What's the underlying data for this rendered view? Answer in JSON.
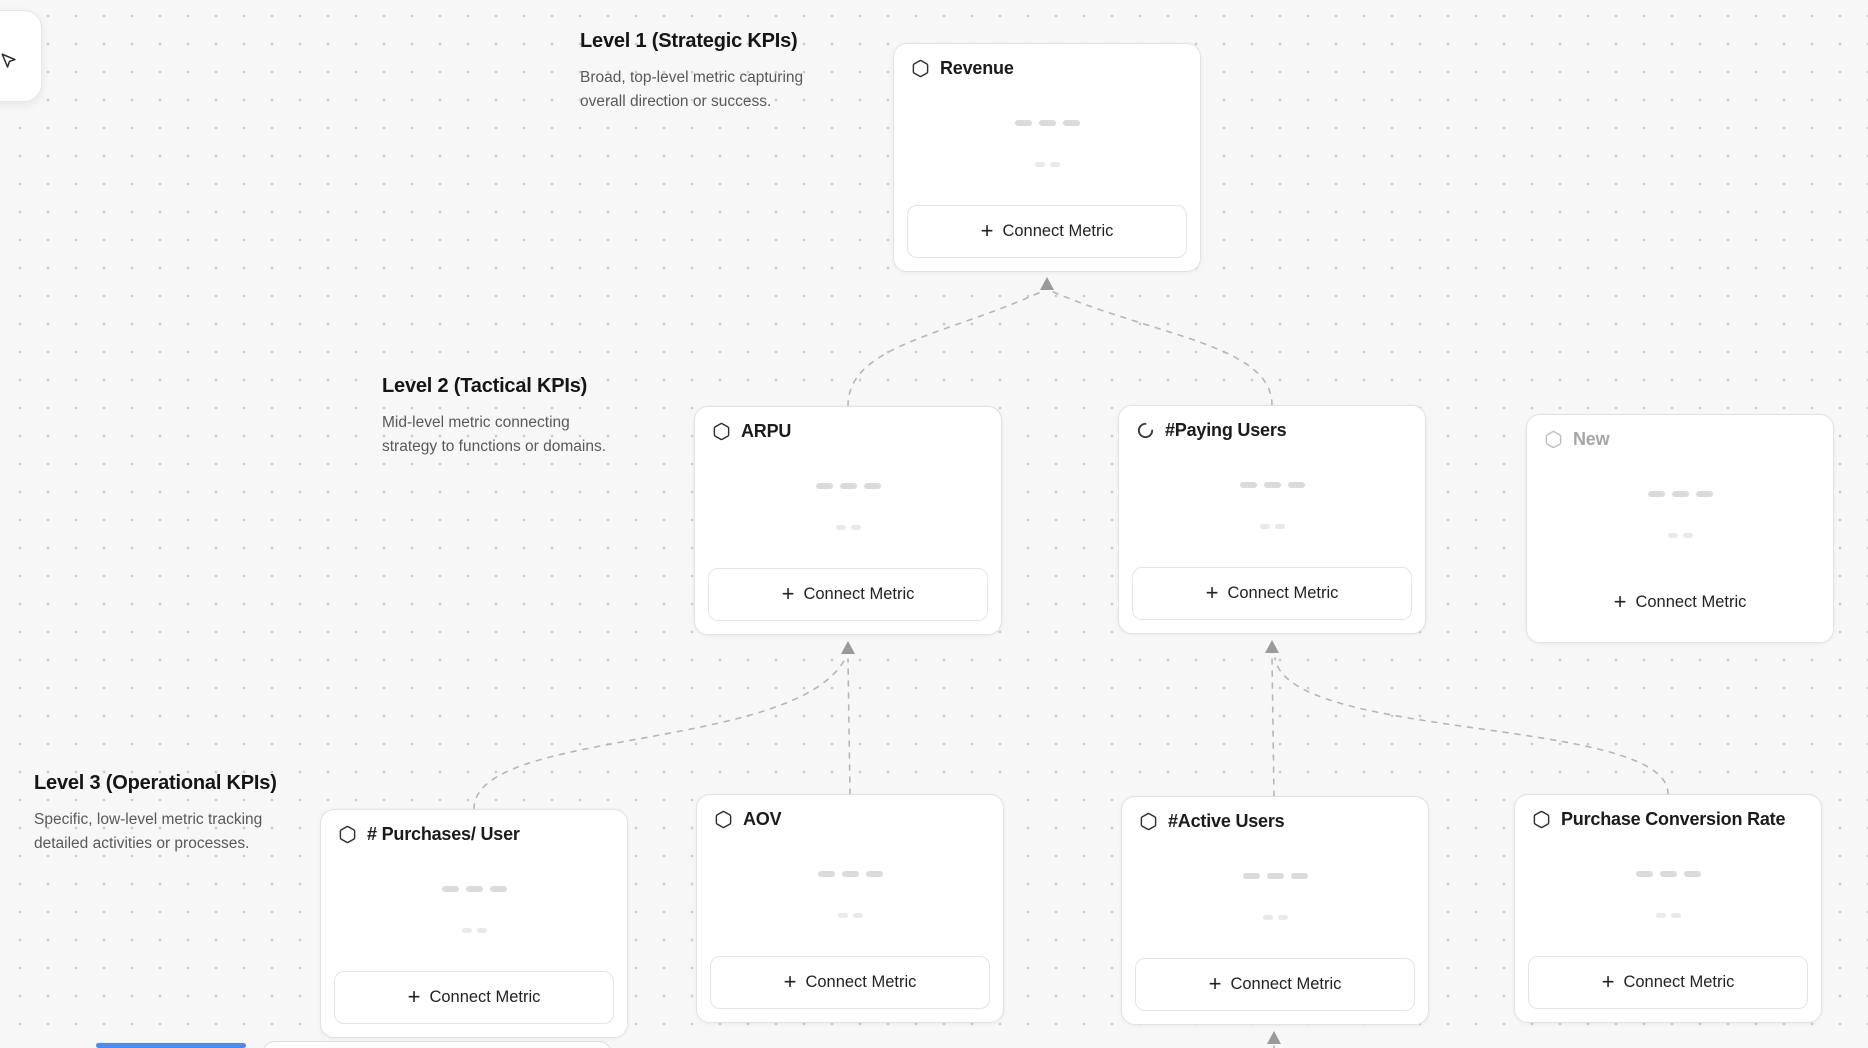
{
  "levels": [
    {
      "title": "Level 1 (Strategic KPIs)",
      "description": [
        "Broad, top-level metric capturing",
        "overall direction or success."
      ]
    },
    {
      "title": "Level 2 (Tactical KPIs)",
      "description": [
        "Mid-level metric connecting",
        "strategy to functions or domains."
      ]
    },
    {
      "title": "Level 3 (Operational KPIs)",
      "description": [
        "Specific, low-level metric tracking",
        "detailed activities or processes."
      ]
    }
  ],
  "cards": [
    {
      "id": "revenue",
      "title": "Revenue",
      "level": 1,
      "icon": "hexagon-icon",
      "connect_label": "Connect Metric",
      "state": "default"
    },
    {
      "id": "arpu",
      "title": "ARPU",
      "level": 2,
      "icon": "hexagon-icon",
      "connect_label": "Connect Metric",
      "state": "default"
    },
    {
      "id": "paying-users",
      "title": "#Paying Users",
      "level": 2,
      "icon": "spinner-icon",
      "connect_label": "Connect Metric",
      "state": "loading"
    },
    {
      "id": "new",
      "title": "New",
      "level": 2,
      "icon": "hexagon-icon",
      "connect_label": "Connect Metric",
      "state": "draft"
    },
    {
      "id": "purchases-per-user",
      "title": "# Purchases/ User",
      "level": 3,
      "icon": "hexagon-icon",
      "connect_label": "Connect Metric",
      "state": "default"
    },
    {
      "id": "aov",
      "title": "AOV",
      "level": 3,
      "icon": "hexagon-icon",
      "connect_label": "Connect Metric",
      "state": "default"
    },
    {
      "id": "active-users",
      "title": "#Active Users",
      "level": 3,
      "icon": "hexagon-icon",
      "connect_label": "Connect Metric",
      "state": "default"
    },
    {
      "id": "purchase-conversion-rate",
      "title": "Purchase Conversion Rate",
      "level": 3,
      "icon": "hexagon-icon",
      "connect_label": "Connect Metric",
      "state": "default"
    }
  ],
  "connections": [
    {
      "from": "ARPU",
      "to": "Revenue"
    },
    {
      "from": "#Paying Users",
      "to": "Revenue"
    },
    {
      "from": "# Purchases/ User",
      "to": "ARPU"
    },
    {
      "from": "AOV",
      "to": "ARPU"
    },
    {
      "from": "#Active Users",
      "to": "#Paying Users"
    },
    {
      "from": "Purchase Conversion Rate",
      "to": "#Paying Users"
    },
    {
      "from": "offscreen-bottom",
      "to": "#Active Users"
    }
  ],
  "icons": {
    "plus": "+"
  },
  "colors": {
    "connector": "#b6b6b6",
    "arrowhead": "#9a9a9a",
    "accent_blue": "#4a8cf7",
    "card_border": "#e2e2e2",
    "canvas_background": "#f7f7f8"
  }
}
